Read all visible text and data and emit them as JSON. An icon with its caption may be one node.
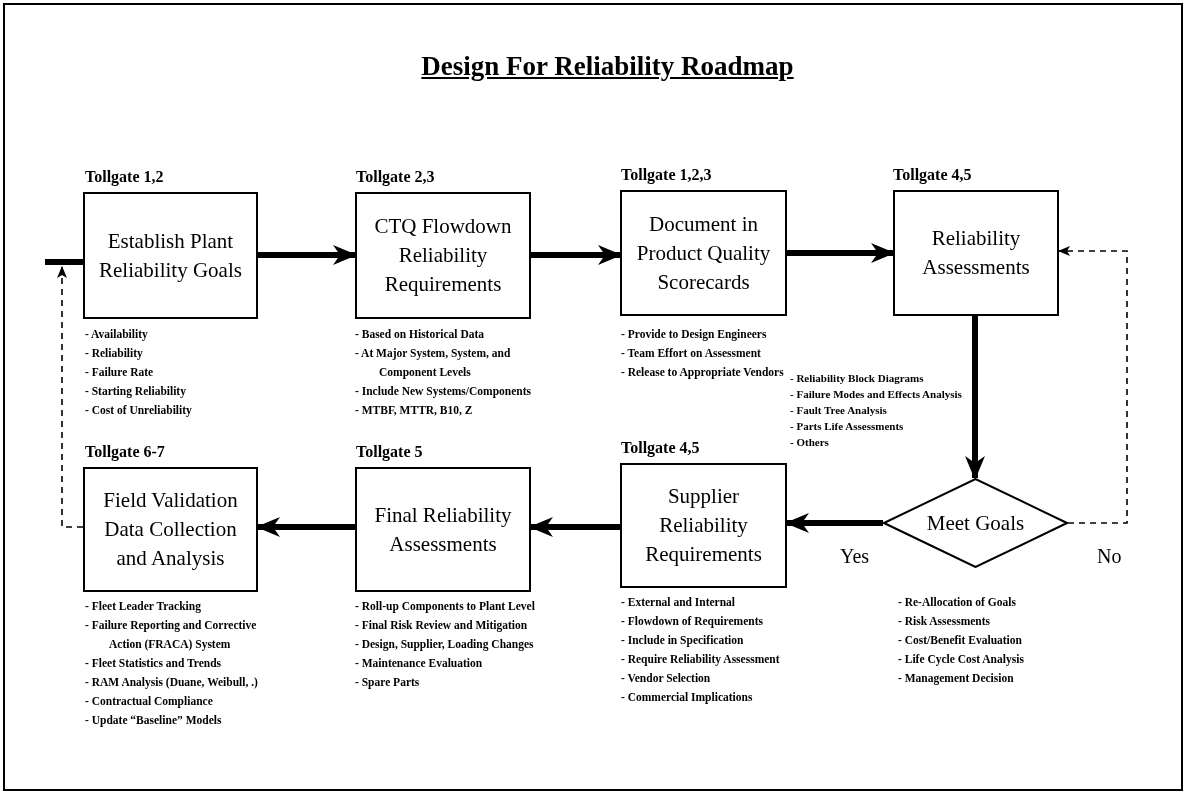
{
  "diagram": {
    "title": "Design For Reliability Roadmap",
    "nodes": [
      {
        "text": [
          "Tollgate 1,2",
          "Establish Plant Reliability Goals"
        ],
        "beside": [
          "- Availability",
          "- Reliability",
          "- Failure Rate",
          "- Starting Reliability",
          "- Cost of Unreliability"
        ]
      },
      {
        "text": [
          "Tollgate 2,3",
          "CTQ Flowdown Reliability Requirements"
        ],
        "beside": [
          "- Based on Historical Data",
          "- At Major System, System, and Component Levels",
          "- Include New Systems/Components",
          "- MTBF, MTTR, B10, Z"
        ]
      },
      {
        "text": [
          "Tollgate 1,2,3",
          "Document in Product Quality Scorecards"
        ],
        "beside": [
          "- Provide to Design Engineers",
          "- Team Effort on Assessment",
          "- Release to Appropriate Vendors"
        ]
      },
      {
        "text": [
          "Tollgate 4,5",
          "Reliability Assessments"
        ],
        "beside": [
          "- Reliability Block Diagrams",
          "- Failure Modes and Effects Analysis",
          "- Fault Tree Analysis",
          "- Parts Life Assessments",
          "- Others"
        ]
      },
      {
        "text": [
          "Meet Goals"
        ],
        "beside": [
          "- Re-Allocation of Goals",
          "- Risk Assessments",
          "- Cost/Benefit Evaluation",
          "- Life Cycle Cost Analysis",
          "- Management Decision"
        ]
      },
      {
        "text": [
          "Tollgate 4,5",
          "Supplier Reliability Requirements"
        ],
        "beside": [
          "- External and Internal",
          "- Flowdown of Requirements",
          "- Include in Specification",
          "- Require Reliability Assessment",
          "- Vendor Selection",
          "- Commercial Implications"
        ]
      },
      {
        "text": [
          "Tollgate 5",
          "Final Reliability Assessments"
        ],
        "beside": [
          "- Roll-up Components to Plant Level",
          "- Final Risk Review and Mitigation",
          "- Design, Supplier, Loading Changes",
          "- Maintenance Evaluation",
          "- Spare Parts"
        ]
      },
      {
        "text": [
          "Tollgate 6-7",
          "Field Validation Data Collection and Analysis"
        ],
        "beside": [
          "- Fleet Leader Tracking",
          "- Failure Reporting and Corrective Action (FRACA) System",
          "- Fleet Statistics and Trends",
          "- RAM Analysis (Duane, Weibull, .)",
          "- Contractual Compliance",
          "- Update “Baseline” Models"
        ]
      }
    ],
    "edges": [
      {
        "from": 0,
        "to": 1,
        "arrow": "to"
      },
      {
        "from": 1,
        "to": 2,
        "arrow": "to"
      },
      {
        "from": 2,
        "to": 3,
        "arrow": "to"
      },
      {
        "from": 3,
        "to": 4,
        "arrow": "to"
      },
      {
        "from": 4,
        "to": 5,
        "arrow": "to",
        "label": "Yes"
      },
      {
        "from": 4,
        "to": 3,
        "arrow": "to",
        "label": "No",
        "style": "dashed"
      },
      {
        "from": 5,
        "to": 6,
        "arrow": "to"
      },
      {
        "from": 6,
        "to": 7,
        "arrow": "to"
      },
      {
        "from": 7,
        "to": 0,
        "arrow": "to",
        "style": "dashed"
      },
      {
        "from": null,
        "to": 0,
        "arrow": "none"
      }
    ]
  }
}
